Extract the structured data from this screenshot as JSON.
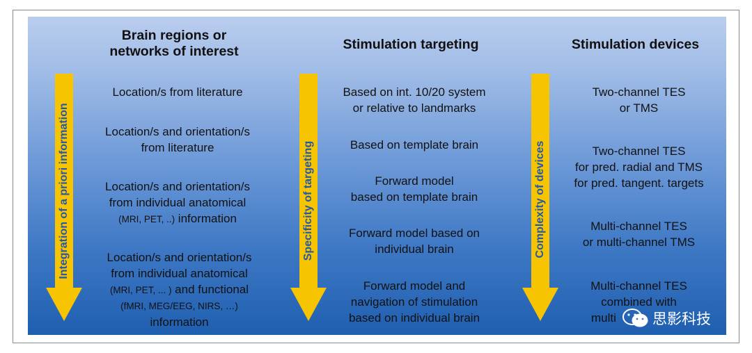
{
  "columns": [
    {
      "title_lines": [
        "Brain regions or",
        "networks of interest"
      ],
      "arrow_label": "Integration of a priori information",
      "items": [
        {
          "lines": [
            "Location/s from literature"
          ]
        },
        {
          "lines": [
            "Location/s and orientation/s",
            "from literature"
          ]
        },
        {
          "lines": [
            "Location/s and orientation/s",
            "from individual anatomical"
          ],
          "small": "(MRI, PET, ..)",
          "after_small": " information"
        },
        {
          "lines": [
            "Location/s and orientation/s",
            "from individual anatomical"
          ],
          "small1": "(MRI, PET, ... )",
          "mid": " and functional",
          "small2": "(fMRI, MEG/EEG, NIRS, …)",
          "last": "information"
        }
      ]
    },
    {
      "title_lines": [
        "Stimulation targeting"
      ],
      "arrow_label": "Specificity of targeting",
      "items": [
        {
          "lines": [
            "Based on int. 10/20 system",
            "or relative to landmarks"
          ]
        },
        {
          "lines": [
            "Based on template brain"
          ]
        },
        {
          "lines": [
            "Forward model",
            "based on template brain"
          ]
        },
        {
          "lines": [
            "Forward model based on",
            "individual brain"
          ]
        },
        {
          "lines": [
            "Forward model and",
            "navigation of stimulation",
            "based on individual brain"
          ]
        }
      ]
    },
    {
      "title_lines": [
        "Stimulation devices"
      ],
      "arrow_label": "Complexity of devices",
      "items": [
        {
          "lines": [
            "Two-channel TES",
            "or TMS"
          ]
        },
        {
          "lines": [
            "Two-channel TES",
            "for pred. radial and TMS",
            "for pred. tangent. targets"
          ]
        },
        {
          "lines": [
            "Multi-channel TES",
            "or multi-channel TMS"
          ]
        },
        {
          "lines": [
            "Multi-channel TES",
            "combined with",
            "multi"
          ]
        }
      ]
    }
  ],
  "watermark": {
    "text": "思影科技"
  },
  "colors": {
    "arrow": "#f6c400",
    "arrow_label": "#2458a8"
  }
}
